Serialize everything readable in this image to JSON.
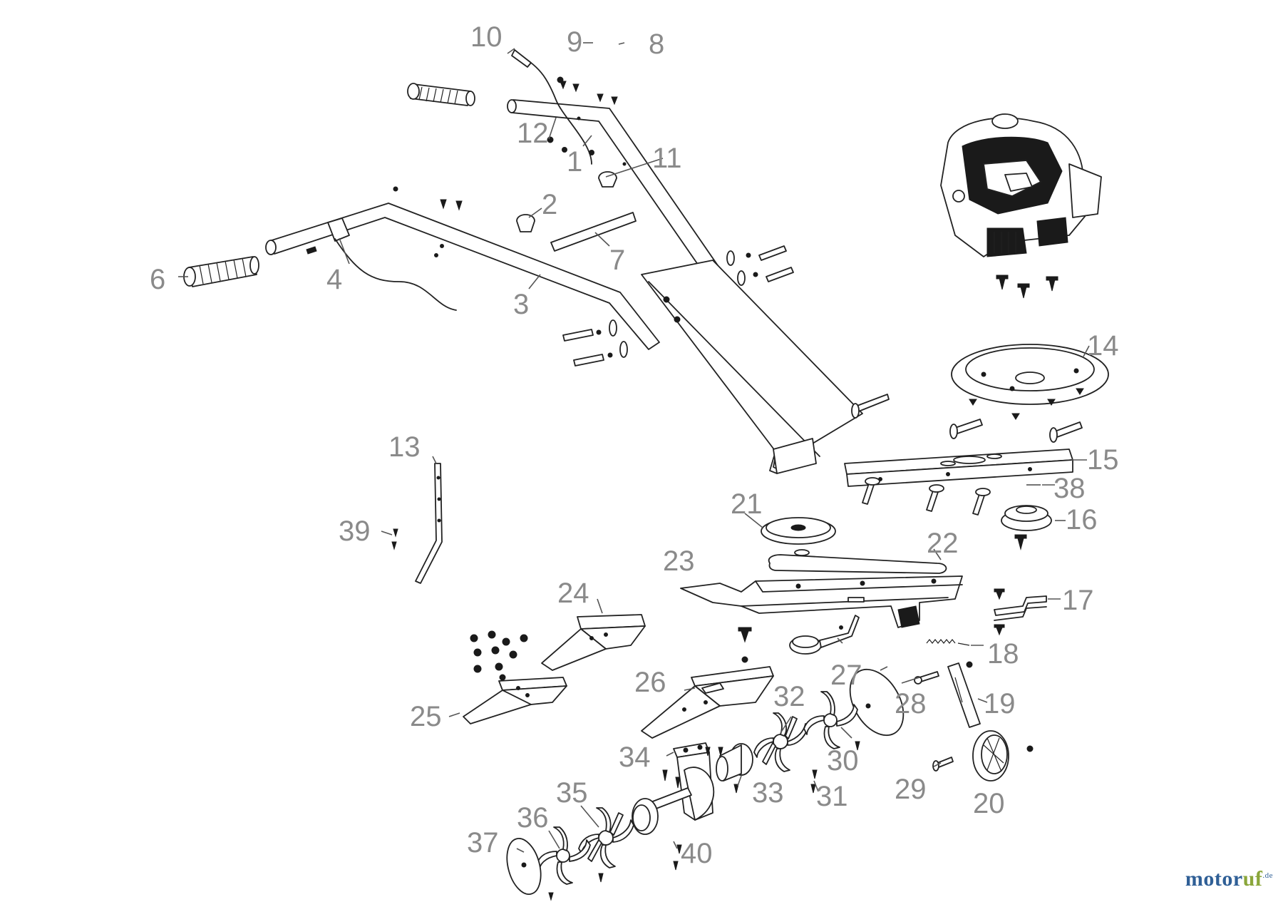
{
  "diagram": {
    "callouts": [
      "1",
      "2",
      "3",
      "4",
      "6",
      "7",
      "8",
      "9",
      "10",
      "11",
      "12",
      "13",
      "14",
      "15",
      "16",
      "17",
      "18",
      "19",
      "20",
      "21",
      "22",
      "23",
      "24",
      "25",
      "26",
      "27",
      "28",
      "29",
      "30",
      "31",
      "32",
      "33",
      "34",
      "35",
      "36",
      "37",
      "38",
      "39",
      "40"
    ]
  },
  "brand": {
    "logo_main": "motor",
    "logo_accent": "uf",
    "logo_suffix": ".de",
    "color_blue": "#2f5f96",
    "color_green": "#8aa63a"
  }
}
